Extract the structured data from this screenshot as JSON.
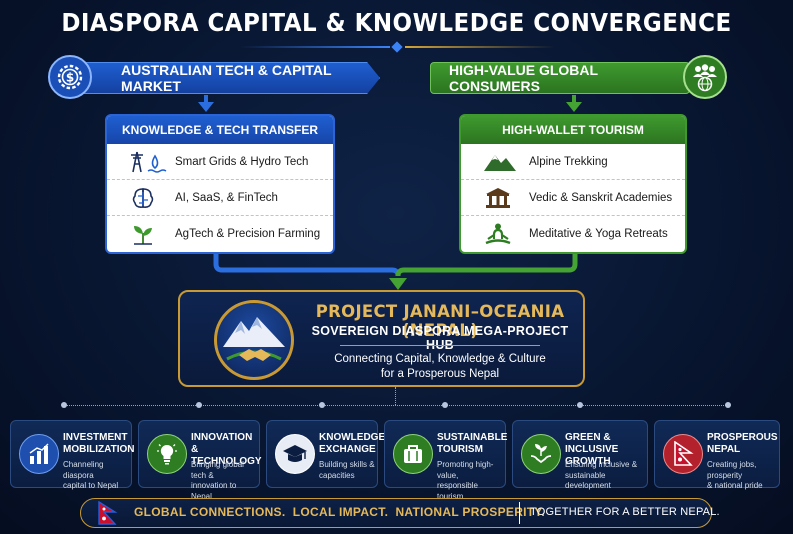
{
  "title": "DIASPORA CAPITAL & KNOWLEDGE CONVERGENCE",
  "left_branch": {
    "banner": "AUSTRALIAN TECH & CAPITAL MARKET",
    "panel_title": "KNOWLEDGE & TECH TRANSFER",
    "items": [
      {
        "label": "Smart Grids & Hydro Tech",
        "icon": "power-tower-water-icon"
      },
      {
        "label": "AI, SaaS, & FinTech",
        "icon": "brain-circuit-icon"
      },
      {
        "label": "AgTech & Precision Farming",
        "icon": "seedling-icon"
      }
    ],
    "color": "#1f5fd1"
  },
  "right_branch": {
    "banner": "HIGH-VALUE GLOBAL CONSUMERS",
    "panel_title": "HIGH-WALLET TOURISM",
    "items": [
      {
        "label": "Alpine Trekking",
        "icon": "mountain-icon"
      },
      {
        "label": "Vedic & Sanskrit Academies",
        "icon": "temple-icon"
      },
      {
        "label": "Meditative & Yoga Retreats",
        "icon": "meditation-icon"
      }
    ],
    "color": "#3f9a2e"
  },
  "hub": {
    "title": "PROJECT JANANI–OCEANIA (NEPAL)",
    "subtitle": "SOVEREIGN DIASPORA MEGA-PROJECT HUB",
    "description_line1": "Connecting Capital, Knowledge & Culture",
    "description_line2": "for a Prosperous Nepal",
    "accent": "#c99a34"
  },
  "outcomes": [
    {
      "title_line1": "INVESTMENT",
      "title_line2": "MOBILIZATION",
      "text_line1": "Channeling diaspora",
      "text_line2": "capital to Nepal",
      "icon": "bar-chart-icon"
    },
    {
      "title_line1": "INNOVATION &",
      "title_line2": "TECHNOLOGY",
      "text_line1": "Bringing global tech &",
      "text_line2": "innovation to Nepal",
      "icon": "lightbulb-icon"
    },
    {
      "title_line1": "KNOWLEDGE",
      "title_line2": "EXCHANGE",
      "text_line1": "Building skills &",
      "text_line2": "capacities",
      "icon": "graduation-cap-icon"
    },
    {
      "title_line1": "SUSTAINABLE",
      "title_line2": "TOURISM",
      "text_line1": "Promoting high-value,",
      "text_line2": "responsible tourism",
      "icon": "suitcase-icon"
    },
    {
      "title_line1": "GREEN & INCLUSIVE",
      "title_line2": "GROWTH",
      "text_line1": "Ensuring inclusive &",
      "text_line2": "sustainable development",
      "icon": "hands-leaf-icon"
    },
    {
      "title_line1": "PROSPEROUS",
      "title_line2": "NEPAL",
      "text_line1": "Creating jobs, prosperity",
      "text_line2": "& national pride",
      "icon": "nepal-flag-icon"
    }
  ],
  "footer": {
    "main": "GLOBAL CONNECTIONS.  LOCAL IMPACT.  NATIONAL PROSPERITY.",
    "sub": "TOGETHER FOR A BETTER NEPAL."
  }
}
